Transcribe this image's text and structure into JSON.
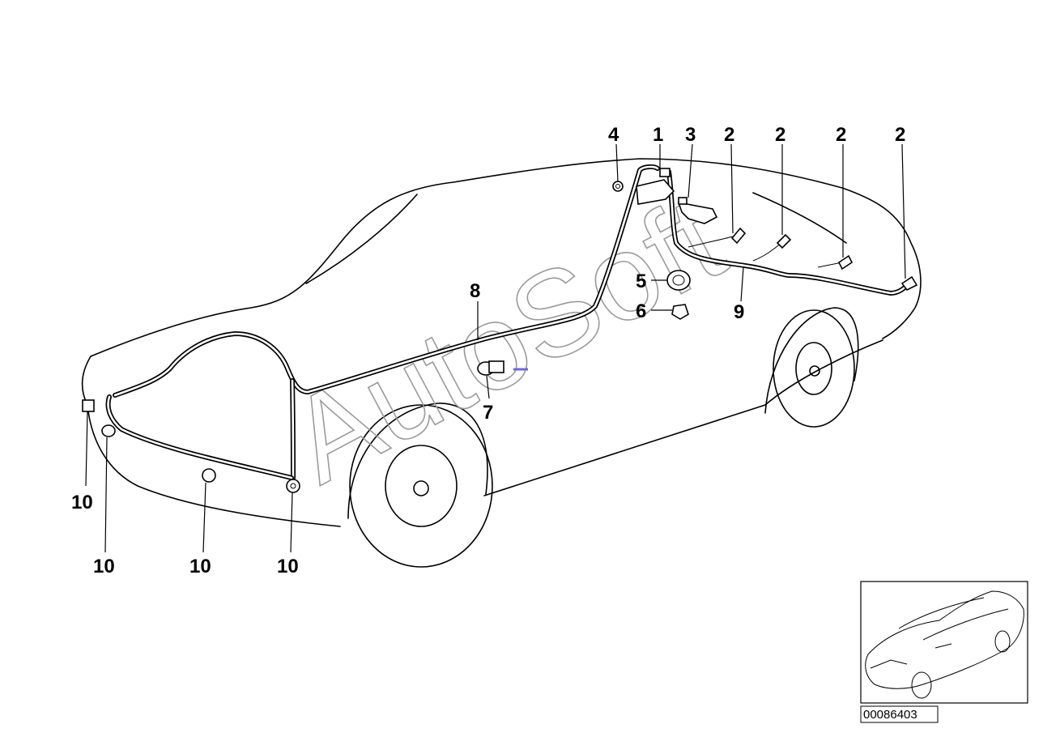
{
  "watermark": "AutoSoft",
  "reference_number": "00086403",
  "callouts": {
    "c1": "1",
    "c2a": "2",
    "c2b": "2",
    "c2c": "2",
    "c2d": "2",
    "c3": "3",
    "c4": "4",
    "c5": "5",
    "c6": "6",
    "c7": "7",
    "c8": "8",
    "c9": "9",
    "c10a": "10",
    "c10b": "10",
    "c10c": "10",
    "c10d": "10"
  },
  "icons": {
    "thumbnail": "car-thumbnail-icon"
  }
}
